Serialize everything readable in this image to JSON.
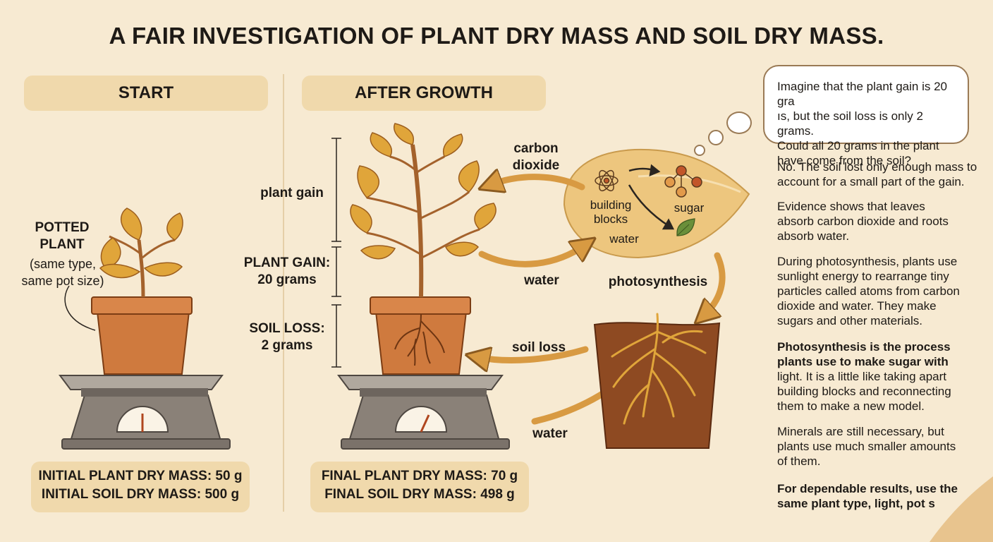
{
  "title": "A FAIR INVESTIGATION OF PLANT DRY MASS AND SOIL DRY MASS.",
  "start": {
    "header": "START",
    "potted_plant_label": [
      "POTTED",
      "PLANT"
    ],
    "potted_plant_note": [
      "(same type,",
      "same pot size)"
    ],
    "mass_lines": [
      "INITIAL PLANT DRY MASS: 50 g",
      "INITIAL SOIL DRY MASS: 500 g"
    ]
  },
  "after": {
    "header": "AFTER GROWTH",
    "plant_gain_label": "plant gain",
    "plant_gain_value": [
      "PLANT GAIN:",
      "20 grams"
    ],
    "soil_loss_value": [
      "SOIL LOSS:",
      "2 grams"
    ],
    "mass_lines": [
      "FINAL PLANT DRY MASS: 70 g",
      "FINAL SOIL DRY MASS: 498 g"
    ]
  },
  "process": {
    "carbon_dioxide": [
      "carbon",
      "dioxide"
    ],
    "water_upper": "water",
    "water_lower": "water",
    "soil_loss": "soil loss",
    "photosynthesis": "photosynthesis",
    "leaf_building_blocks": [
      "building",
      "blocks"
    ],
    "leaf_sugar": "sugar",
    "leaf_water": "water"
  },
  "thought_bubble": [
    "Imagine that the plant gain is 20 gra",
    "ıs, but the soil loss is only 2 grams.",
    "Could all 20 grams in the plant",
    "have come from the soil?"
  ],
  "explanation": {
    "p1": [
      "No. The soil lost only enough mass to",
      "account for a small part of the gain."
    ],
    "p2": [
      "Evidence shows that leaves",
      "absorb carbon dioxide and roots",
      "absorb water."
    ],
    "p3": [
      "During photosynthesis, plants use",
      "sunlight energy to rearrange tiny",
      "particles called atoms from carbon",
      "dioxide and water. They make",
      "sugars and other materials."
    ],
    "p4_bold": [
      "Photosynthesis is the process",
      "plants use to make sugar with"
    ],
    "p4": [
      "light. It is a little like taking apart",
      "building blocks and reconnecting",
      "them to make a new model."
    ],
    "p5": [
      "Minerals are still necessary, but",
      "plants use much smaller amounts",
      "of them."
    ],
    "p6_bold": [
      "For dependable results, use the",
      "same plant type, light, pot s"
    ]
  },
  "colors": {
    "background": "#f7ead2",
    "panel": "#f0d9ac",
    "leaf": "#e0a53a",
    "stem": "#a4622c",
    "pot": "#cf7a3e",
    "soil": "#8e4a22",
    "arrow": "#d89a42",
    "scale": "#8a8178"
  }
}
